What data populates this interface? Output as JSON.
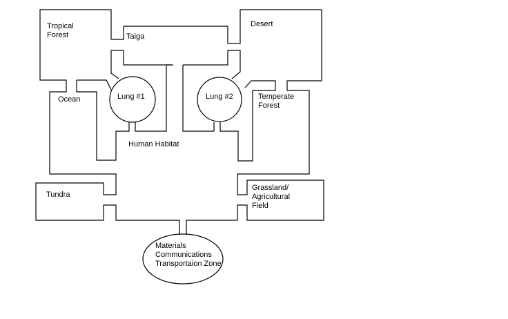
{
  "diagram": {
    "title": "",
    "colors": {
      "stroke": "#000000",
      "background": "#ffffff",
      "text": "#000000"
    },
    "zones": {
      "tropical_forest": [
        "Tropical",
        "Forest"
      ],
      "taiga": "Taiga",
      "desert": "Desert",
      "ocean": "Ocean",
      "lung1": "Lung #1",
      "lung2": "Lung #2",
      "temperate_forest": [
        "Temperate",
        "Forest"
      ],
      "human_habitat": "Human Habitat",
      "tundra": "Tundra",
      "grassland": [
        "Grassland/",
        "Agricultural",
        "Field"
      ],
      "materials_zone": [
        "Materials",
        "Communications",
        "Transportaion Zone"
      ]
    }
  }
}
